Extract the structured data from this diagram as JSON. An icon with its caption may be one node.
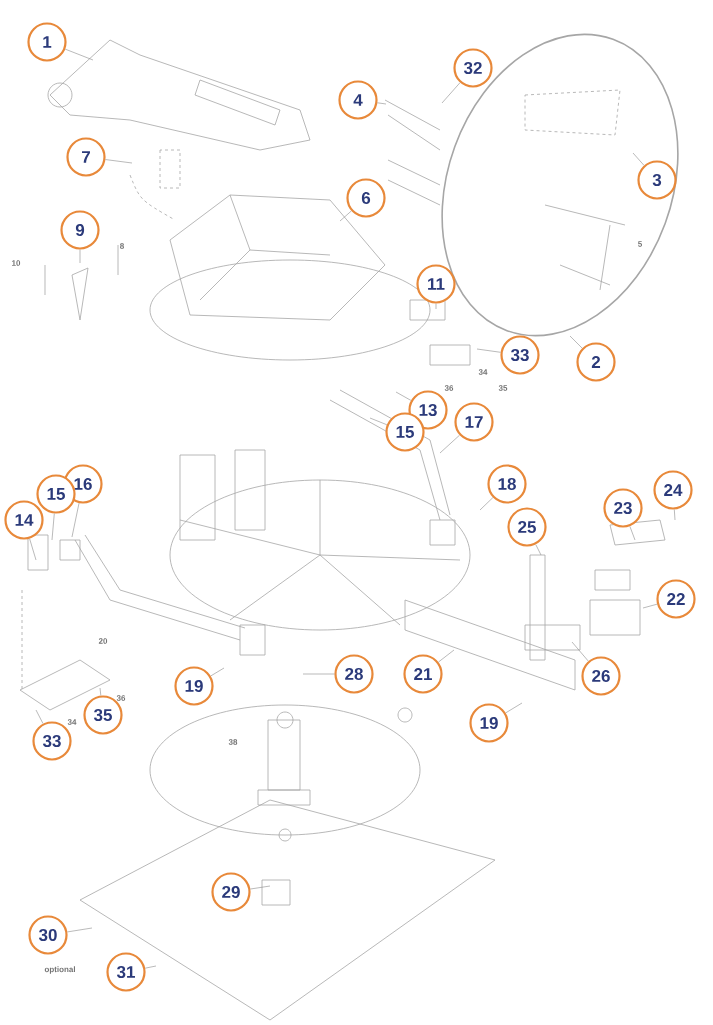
{
  "diagram": {
    "nodes": [
      {
        "text": [
          "1"
        ]
      },
      {
        "text": [
          "32"
        ]
      },
      {
        "text": [
          "4"
        ]
      },
      {
        "text": [
          "7"
        ]
      },
      {
        "text": [
          "6"
        ]
      },
      {
        "text": [
          "3"
        ]
      },
      {
        "text": [
          "9"
        ]
      },
      {
        "text": [
          "11"
        ]
      },
      {
        "text": [
          "33"
        ]
      },
      {
        "text": [
          "2"
        ]
      },
      {
        "text": [
          "13"
        ]
      },
      {
        "text": [
          "15"
        ]
      },
      {
        "text": [
          "17"
        ]
      },
      {
        "text": [
          "16"
        ]
      },
      {
        "text": [
          "15"
        ]
      },
      {
        "text": [
          "14"
        ]
      },
      {
        "text": [
          "18"
        ]
      },
      {
        "text": [
          "25"
        ]
      },
      {
        "text": [
          "23"
        ]
      },
      {
        "text": [
          "24"
        ]
      },
      {
        "text": [
          "22"
        ]
      },
      {
        "text": [
          "21"
        ]
      },
      {
        "text": [
          "26"
        ]
      },
      {
        "text": [
          "19"
        ]
      },
      {
        "text": [
          "28"
        ]
      },
      {
        "text": [
          "19"
        ]
      },
      {
        "text": [
          "35"
        ]
      },
      {
        "text": [
          "33"
        ]
      },
      {
        "text": [
          "29"
        ]
      },
      {
        "text": [
          "30"
        ]
      },
      {
        "text": [
          "31"
        ]
      }
    ],
    "edges": [
      {
        "from": 0,
        "to": null,
        "arrow": "none"
      },
      {
        "from": 1,
        "to": null,
        "arrow": "none"
      },
      {
        "from": 2,
        "to": null,
        "arrow": "none"
      },
      {
        "from": 3,
        "to": null,
        "arrow": "none"
      },
      {
        "from": 4,
        "to": null,
        "arrow": "none"
      },
      {
        "from": 5,
        "to": null,
        "arrow": "none"
      },
      {
        "from": 6,
        "to": null,
        "arrow": "none"
      },
      {
        "from": 7,
        "to": null,
        "arrow": "none"
      },
      {
        "from": 8,
        "to": null,
        "arrow": "none"
      },
      {
        "from": 9,
        "to": null,
        "arrow": "none"
      },
      {
        "from": 10,
        "to": null,
        "arrow": "none"
      },
      {
        "from": 11,
        "to": null,
        "arrow": "none"
      },
      {
        "from": 12,
        "to": null,
        "arrow": "none"
      },
      {
        "from": 13,
        "to": null,
        "arrow": "none"
      },
      {
        "from": 14,
        "to": null,
        "arrow": "none"
      },
      {
        "from": 15,
        "to": null,
        "arrow": "none"
      },
      {
        "from": 16,
        "to": null,
        "arrow": "none"
      },
      {
        "from": 17,
        "to": null,
        "arrow": "none"
      },
      {
        "from": 18,
        "to": null,
        "arrow": "none"
      },
      {
        "from": 19,
        "to": null,
        "arrow": "none"
      },
      {
        "from": 20,
        "to": null,
        "arrow": "none"
      },
      {
        "from": 21,
        "to": null,
        "arrow": "none"
      },
      {
        "from": 22,
        "to": null,
        "arrow": "none"
      },
      {
        "from": 23,
        "to": null,
        "arrow": "none"
      },
      {
        "from": 24,
        "to": null,
        "arrow": "none"
      },
      {
        "from": 25,
        "to": null,
        "arrow": "none"
      },
      {
        "from": 26,
        "to": null,
        "arrow": "none"
      },
      {
        "from": 27,
        "to": null,
        "arrow": "none"
      },
      {
        "from": 28,
        "to": null,
        "arrow": "none"
      },
      {
        "from": 29,
        "to": null,
        "arrow": "none"
      },
      {
        "from": 30,
        "to": null,
        "arrow": "none"
      }
    ],
    "labels": [
      "10",
      "8",
      "5",
      "34",
      "36",
      "35",
      "20",
      "36",
      "34",
      "38",
      "optional"
    ]
  }
}
